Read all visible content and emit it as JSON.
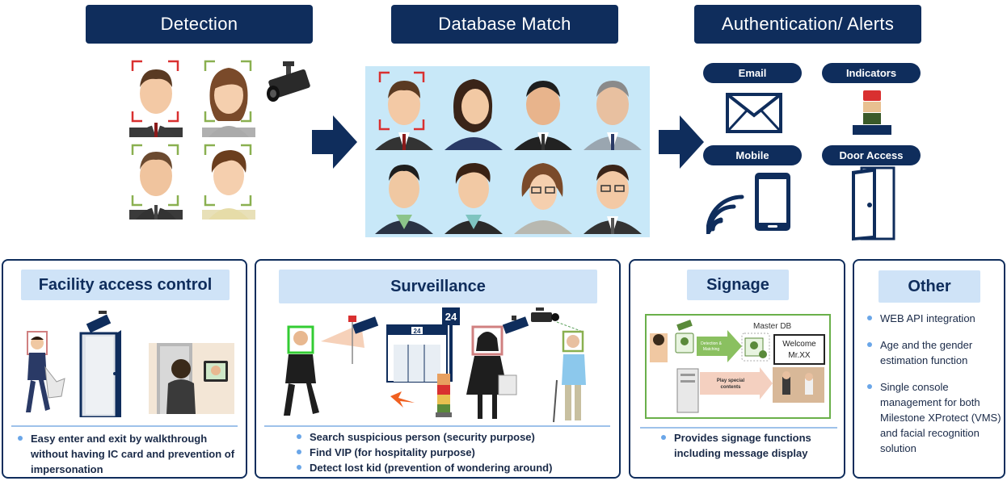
{
  "headers": {
    "detection": "Detection",
    "database_match": "Database Match",
    "auth_alerts": "Authentication/ Alerts"
  },
  "alerts": {
    "email": "Email",
    "indicators": "Indicators",
    "mobile": "Mobile",
    "door_access": "Door Access"
  },
  "panels": {
    "facility": {
      "title": "Facility access control",
      "bullets": [
        "Easy enter and exit by walkthrough without having IC card and prevention of impersonation"
      ]
    },
    "surveillance": {
      "title": "Surveillance",
      "bullets": [
        "Search suspicious person (security purpose)",
        "Find VIP (for hospitality purpose)",
        "Detect lost kid (prevention of wondering around)"
      ],
      "store_number": "24",
      "sign_number": "24"
    },
    "signage": {
      "title": "Signage",
      "bullets": [
        "Provides signage functions including message display"
      ],
      "master_db": "Master DB",
      "detection_matching": "Detection & Matching",
      "play_special": "Play special contents",
      "welcome": "Welcome Mr.XX"
    },
    "other": {
      "title": "Other",
      "bullets": [
        "WEB API integration",
        "Age and the gender estimation function",
        "Single console management for both Milestone XProtect (VMS) and facial recognition solution"
      ]
    }
  },
  "colors": {
    "navy": "#0f2d5c",
    "panel_title_bg": "#cfe3f7",
    "db_bg": "#c8e8f8",
    "frame_red": "#d93030",
    "frame_green": "#8ab050"
  }
}
